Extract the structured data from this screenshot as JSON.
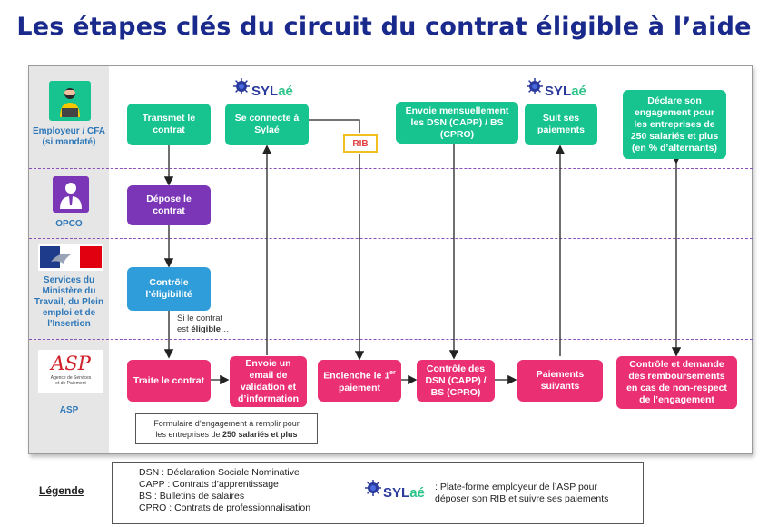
{
  "title": "Les étapes clés du circuit du contrat éligible à l’aide",
  "actors": {
    "employeur": "Employeur / CFA (si mandaté)",
    "opco": "OPCO",
    "ministere": "Services du Ministère du Travail, du Plein emploi et de l'Insertion",
    "asp": "ASP",
    "asp_logo": "ASP",
    "asp_logo_sub": "Agence de Services et de Paiement"
  },
  "logo": {
    "syl": "SYL",
    "ae": "aé"
  },
  "boxes": {
    "transmet": "Transmet le contrat",
    "connecte": "Se connecte à Sylaé",
    "dsn": "Envoie mensuellement les DSN (CAPP) / BS (CPRO)",
    "suit": "Suit ses paiements",
    "declare": "Déclare son engagement pour les entreprises de 250 salariés et plus (en % d’alternants)",
    "depose": "Dépose le contrat",
    "controle_elig": "Contrôle l’éligibilité",
    "traite": "Traite le contrat",
    "envoie_email": "Envoie un email de validation et d’information",
    "enclenche_pre": "Enclenche le 1",
    "enclenche_sup": "er",
    "enclenche_post": " paiement",
    "controle_dsn": "Contrôle des DSN (CAPP) / BS (CPRO)",
    "paiements": "Paiements suivants",
    "controle_demande": "Contrôle et demande des remboursements en cas de non-respect de l’engagement"
  },
  "rib": "RIB",
  "eligible_note": {
    "line1": "Si le contrat",
    "line2_pre": "est ",
    "line2_bold": "éligible",
    "line2_post": "…"
  },
  "form_note": {
    "line1": "Formulaire d’engagement à remplir pour",
    "line2_pre": "les entreprises de ",
    "line2_bold": "250 salariés et plus"
  },
  "legend": {
    "title": "Légende",
    "items": [
      "DSN : Déclaration Sociale Nominative",
      "CAPP : Contrats d’apprentissage",
      "BS : Bulletins de salaires",
      "CPRO : Contrats de professionnalisation"
    ],
    "sylae_desc_1": ": Plate-forme employeur de l’ASP pour",
    "sylae_desc_2": "déposer son RIB et suivre ses paiements"
  },
  "colors": {
    "title": "#1a2a8c",
    "green": "#17c490",
    "purple": "#7b36b8",
    "blue": "#2f9dd9",
    "pink": "#ea2f72",
    "actor_label": "#2e78b8"
  }
}
